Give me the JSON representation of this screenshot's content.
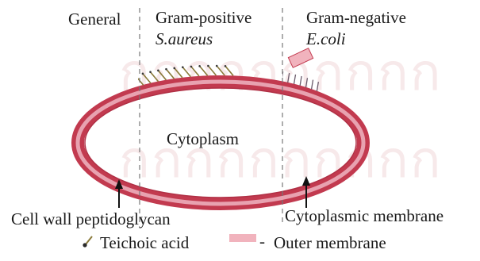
{
  "columns": {
    "general": "General",
    "gram_positive": {
      "title": "Gram-positive",
      "example": "S.aureus"
    },
    "gram_negative": {
      "title": "Gram-negative",
      "example": "E.coli"
    }
  },
  "center_label": "Cytoplasm",
  "callouts": {
    "cell_wall": "Cell wall peptidoglycan",
    "cytoplasmic_membrane": "Cytoplasmic membrane"
  },
  "legend": {
    "teichoic_acid": "Teichoic acid",
    "outer_membrane_dash": "-",
    "outer_membrane": "Outer membrane"
  },
  "colors": {
    "cell_wall": "#c23a4f",
    "membrane": "#e8a2b0",
    "outer_membrane": "#f1b3bd",
    "teichoic_acid": "#8a7a3a",
    "watermark": "#f7e9ea",
    "text": "#1a1a1a"
  }
}
